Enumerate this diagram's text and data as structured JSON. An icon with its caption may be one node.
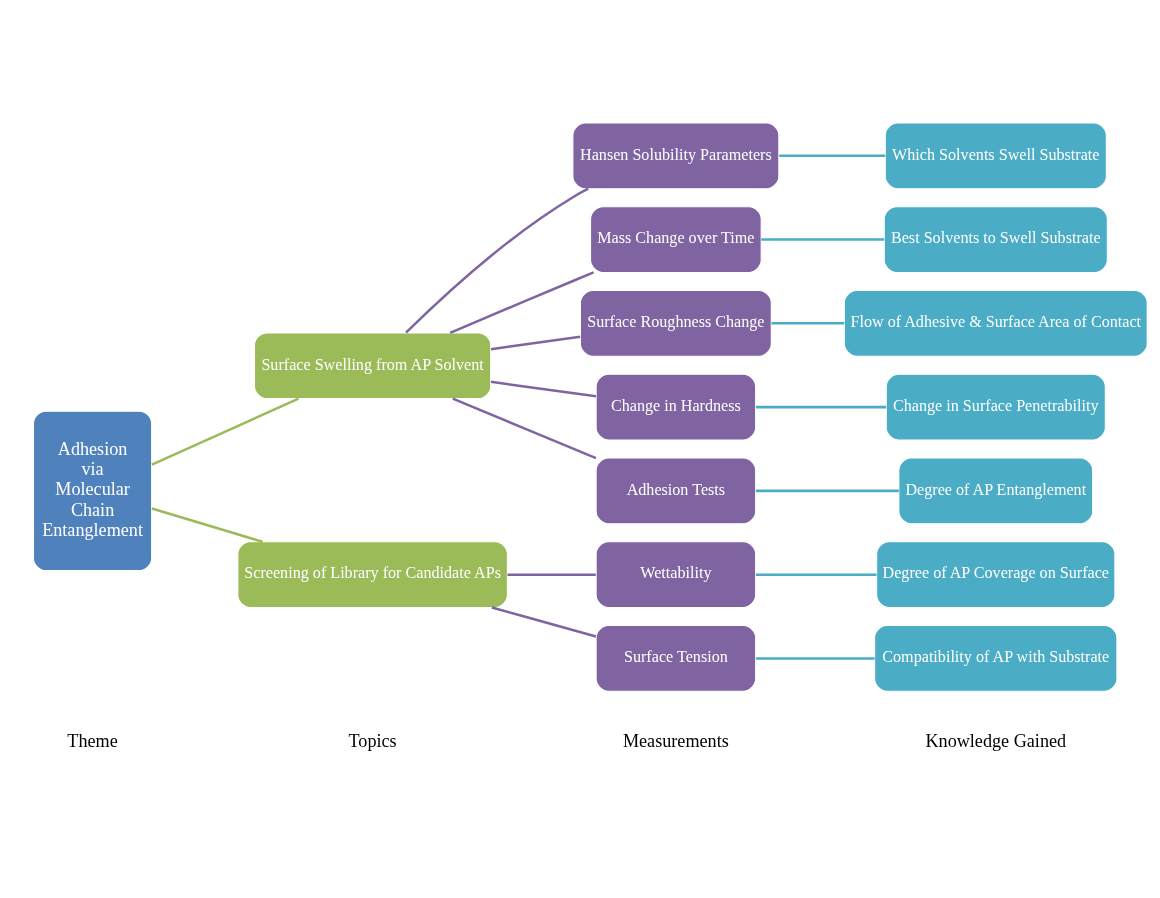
{
  "diagram": {
    "nodes": [
      {
        "text": [
          "Adhesion via Molecular Chain Entanglement"
        ]
      },
      {
        "text": [
          "Surface Swelling from AP Solvent"
        ]
      },
      {
        "text": [
          "Screening of Library for Candidate APs"
        ]
      },
      {
        "text": [
          "Hansen Solubility Parameters"
        ]
      },
      {
        "text": [
          "Mass Change over Time"
        ]
      },
      {
        "text": [
          "Surface Roughness Change"
        ]
      },
      {
        "text": [
          "Change in Hardness"
        ]
      },
      {
        "text": [
          "Adhesion Tests"
        ]
      },
      {
        "text": [
          "Wettability"
        ]
      },
      {
        "text": [
          "Surface Tension"
        ]
      },
      {
        "text": [
          "Which Solvents Swell Substrate"
        ]
      },
      {
        "text": [
          "Best Solvents to Swell Substrate"
        ]
      },
      {
        "text": [
          "Flow of Adhesive & Surface Area of Contact"
        ]
      },
      {
        "text": [
          "Change in Surface Penetrability"
        ]
      },
      {
        "text": [
          "Degree of AP Entanglement"
        ]
      },
      {
        "text": [
          "Degree of AP Coverage on Surface"
        ]
      },
      {
        "text": [
          "Compatibility of AP with Substrate"
        ]
      }
    ],
    "edges": [
      {
        "from": 0,
        "to": 1,
        "arrow": "none",
        "color": "#9bbb59"
      },
      {
        "from": 0,
        "to": 2,
        "arrow": "none",
        "color": "#9bbb59"
      },
      {
        "from": 1,
        "to": 3,
        "arrow": "none",
        "color": "#8064a2"
      },
      {
        "from": 1,
        "to": 4,
        "arrow": "none",
        "color": "#8064a2"
      },
      {
        "from": 1,
        "to": 5,
        "arrow": "none",
        "color": "#8064a2"
      },
      {
        "from": 1,
        "to": 6,
        "arrow": "none",
        "color": "#8064a2"
      },
      {
        "from": 1,
        "to": 7,
        "arrow": "none",
        "color": "#8064a2"
      },
      {
        "from": 2,
        "to": 8,
        "arrow": "none",
        "color": "#8064a2"
      },
      {
        "from": 2,
        "to": 9,
        "arrow": "none",
        "color": "#8064a2"
      },
      {
        "from": 3,
        "to": 10,
        "arrow": "none",
        "color": "#4bacc6"
      },
      {
        "from": 4,
        "to": 11,
        "arrow": "none",
        "color": "#4bacc6"
      },
      {
        "from": 5,
        "to": 12,
        "arrow": "none",
        "color": "#4bacc6"
      },
      {
        "from": 6,
        "to": 13,
        "arrow": "none",
        "color": "#4bacc6"
      },
      {
        "from": 7,
        "to": 14,
        "arrow": "none",
        "color": "#4bacc6"
      },
      {
        "from": 8,
        "to": 15,
        "arrow": "none",
        "color": "#4bacc6"
      },
      {
        "from": 9,
        "to": 16,
        "arrow": "none",
        "color": "#4bacc6"
      }
    ],
    "labels": [
      "Theme",
      "Topics",
      "Measurements",
      "Knowledge Gained"
    ]
  }
}
